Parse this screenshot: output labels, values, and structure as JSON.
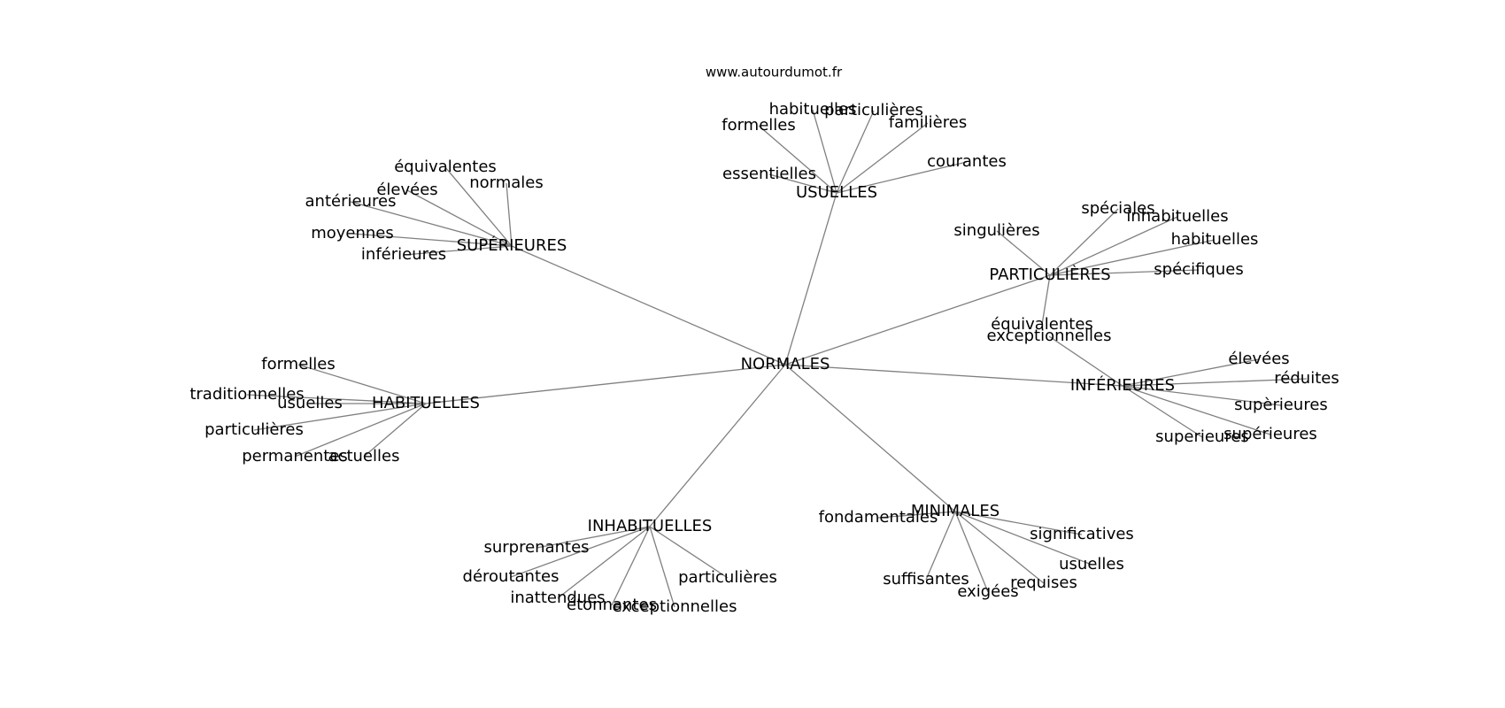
{
  "source_label": "www.autourdumot.fr",
  "center": "NORMALES",
  "clusters": [
    {
      "label": "USUELLES",
      "leaves": [
        "formelles",
        "habituelles",
        "particulières",
        "familières",
        "courantes",
        "essentielles"
      ]
    },
    {
      "label": "SUPÉRIEURES",
      "leaves": [
        "équivalentes",
        "normales",
        "élevées",
        "antérieures",
        "moyennes",
        "inférieures"
      ]
    },
    {
      "label": "PARTICULIÈRES",
      "leaves": [
        "singulières",
        "spéciales",
        "inhabituelles",
        "habituelles",
        "spécifiques",
        "équivalentes"
      ]
    },
    {
      "label": "HABITUELLES",
      "leaves": [
        "formelles",
        "traditionnelles",
        "usuelles",
        "particulières",
        "permanentes",
        "actuelles"
      ]
    },
    {
      "label": "INFÉRIEURES",
      "leaves": [
        "exceptionnelles",
        "élevées",
        "réduites",
        "supèrieures",
        "supérieures",
        "superieures"
      ]
    },
    {
      "label": "INHABITUELLES",
      "leaves": [
        "surprenantes",
        "déroutantes",
        "inattendues",
        "étonnantes",
        "exceptionnelles",
        "particulières"
      ]
    },
    {
      "label": "MINIMALES",
      "leaves": [
        "fondamentales",
        "significatives",
        "usuelles",
        "requises",
        "exigées",
        "suffisantes"
      ]
    }
  ]
}
